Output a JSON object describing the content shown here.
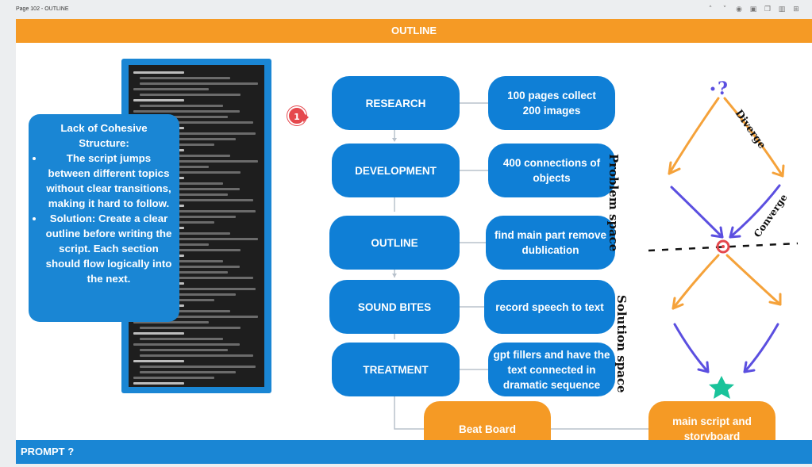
{
  "page_label": "Page 102 - OUTLINE",
  "toolbar_icons": [
    "chevron-up-icon",
    "chevron-down-icon",
    "eye-icon",
    "lock-icon",
    "duplicate-icon",
    "delete-icon",
    "add-page-icon"
  ],
  "header": {
    "title": "OUTLINE"
  },
  "footer": {
    "label": "PROMPT ?"
  },
  "callout": {
    "title": "Lack of Cohesive Structure:",
    "bullets": [
      "The script jumps between different topics without clear transitions, making it hard to follow.",
      "Solution: Create a clear outline before writing the script. Each section should flow logically into the next."
    ]
  },
  "badge": {
    "number": "1"
  },
  "steps": [
    {
      "label": "RESEARCH",
      "detail": "100 pages collect 200 images"
    },
    {
      "label": "DEVELOPMENT",
      "detail": "400 connections of objects"
    },
    {
      "label": "OUTLINE",
      "detail": "find main part remove dublication"
    },
    {
      "label": "SOUND BITES",
      "detail": "record speech to text"
    },
    {
      "label": "TREATMENT",
      "detail": "gpt fillers and have the text connected in dramatic sequence"
    }
  ],
  "beat_board": "Beat Board",
  "final": "main script and storyboard",
  "sketch": {
    "problem_space": "Problem space",
    "solution_space": "Solution space",
    "diverge": "Diverge",
    "converge": "Converge",
    "question": "?"
  },
  "colors": {
    "orange": "#f59a25",
    "blue": "#0f7fd6",
    "red": "#e5484d",
    "purple": "#5b4fe0",
    "green": "#19c39a"
  }
}
